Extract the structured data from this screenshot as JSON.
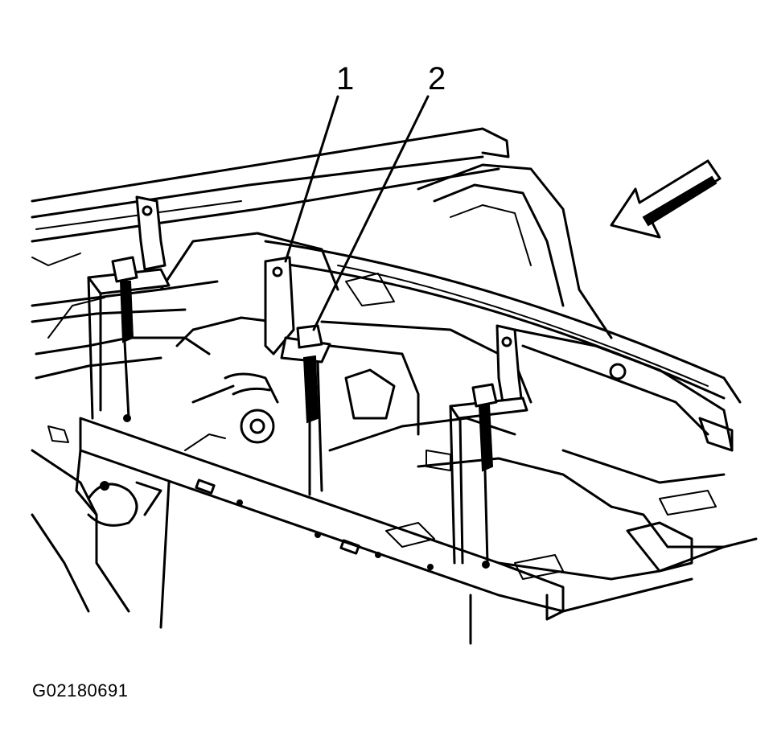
{
  "diagram": {
    "callouts": [
      {
        "id": "1",
        "label": "1"
      },
      {
        "id": "2",
        "label": "2"
      }
    ],
    "figure_code": "G02180691",
    "view_arrow_icon": "direction-arrow-icon"
  }
}
